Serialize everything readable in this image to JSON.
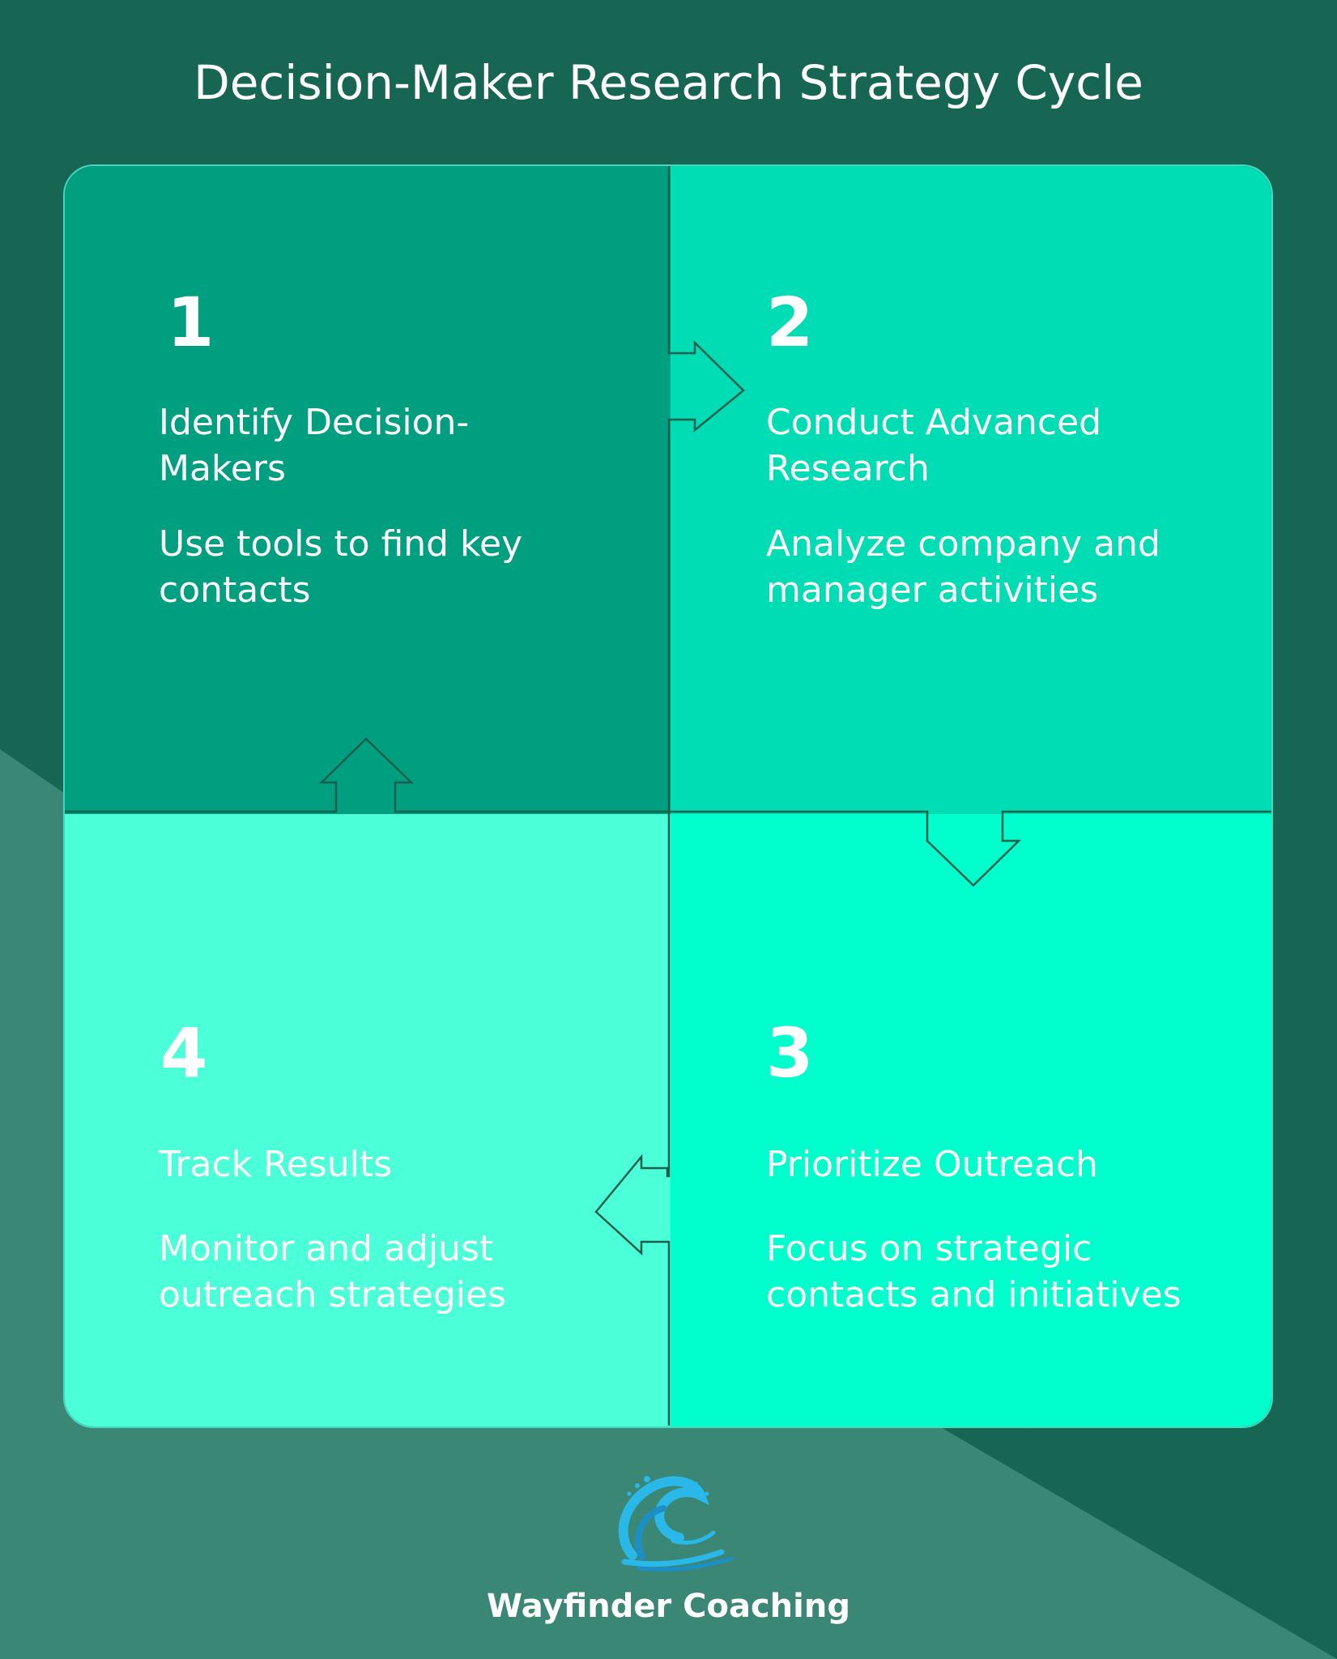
{
  "title": "Decision-Maker Research Strategy Cycle",
  "steps": [
    {
      "number": "1",
      "title": "Identify Decision-Makers",
      "description": "Use tools to find key contacts"
    },
    {
      "number": "2",
      "title": "Conduct Advanced Research",
      "description": "Analyze company and manager activities"
    },
    {
      "number": "3",
      "title": "Prioritize Outreach",
      "description": "Focus on strategic contacts and initiatives"
    },
    {
      "number": "4",
      "title": "Track Results",
      "description": "Monitor and adjust outreach strategies"
    }
  ],
  "brand": {
    "name": "Wayfinder Coaching",
    "logo_icon": "wave-logo-icon"
  },
  "colors": {
    "background": "#176553",
    "step1": "#009f80",
    "step2": "#00dcb3",
    "step3": "#00ffcc",
    "step4": "#4bffd8",
    "text": "#ffffff",
    "logo": "#2ab8e8"
  }
}
